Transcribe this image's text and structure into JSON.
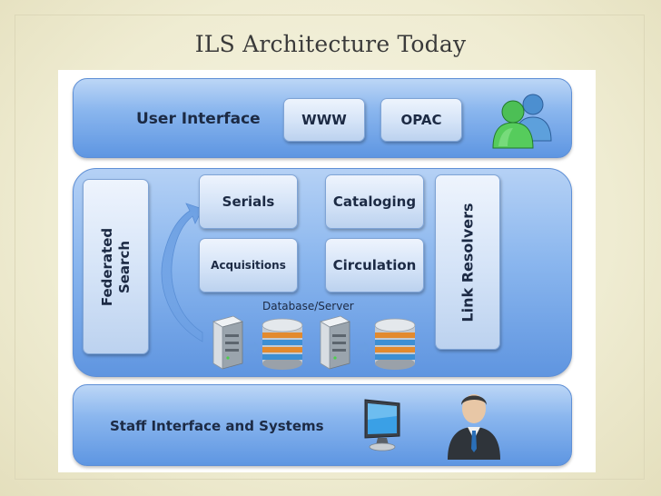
{
  "slide": {
    "title": "ILS Architecture Today"
  },
  "user_interface": {
    "label": "User Interface",
    "items": [
      "WWW",
      "OPAC"
    ],
    "icon": "users-icon"
  },
  "modules": {
    "federated_search": "Federated Search",
    "serials": "Serials",
    "cataloging": "Cataloging",
    "acquisitions": "Acquisitions",
    "circulation": "Circulation",
    "link_resolvers": "Link Resolvers",
    "database_server": "Database/Server"
  },
  "staff": {
    "label": "Staff Interface and Systems",
    "icons": [
      "computer-monitor-icon",
      "staff-person-icon"
    ]
  },
  "colors": {
    "band_blue": "#6fa3e8",
    "box_light": "#dbe7f8",
    "text_dark": "#1c2a44"
  }
}
